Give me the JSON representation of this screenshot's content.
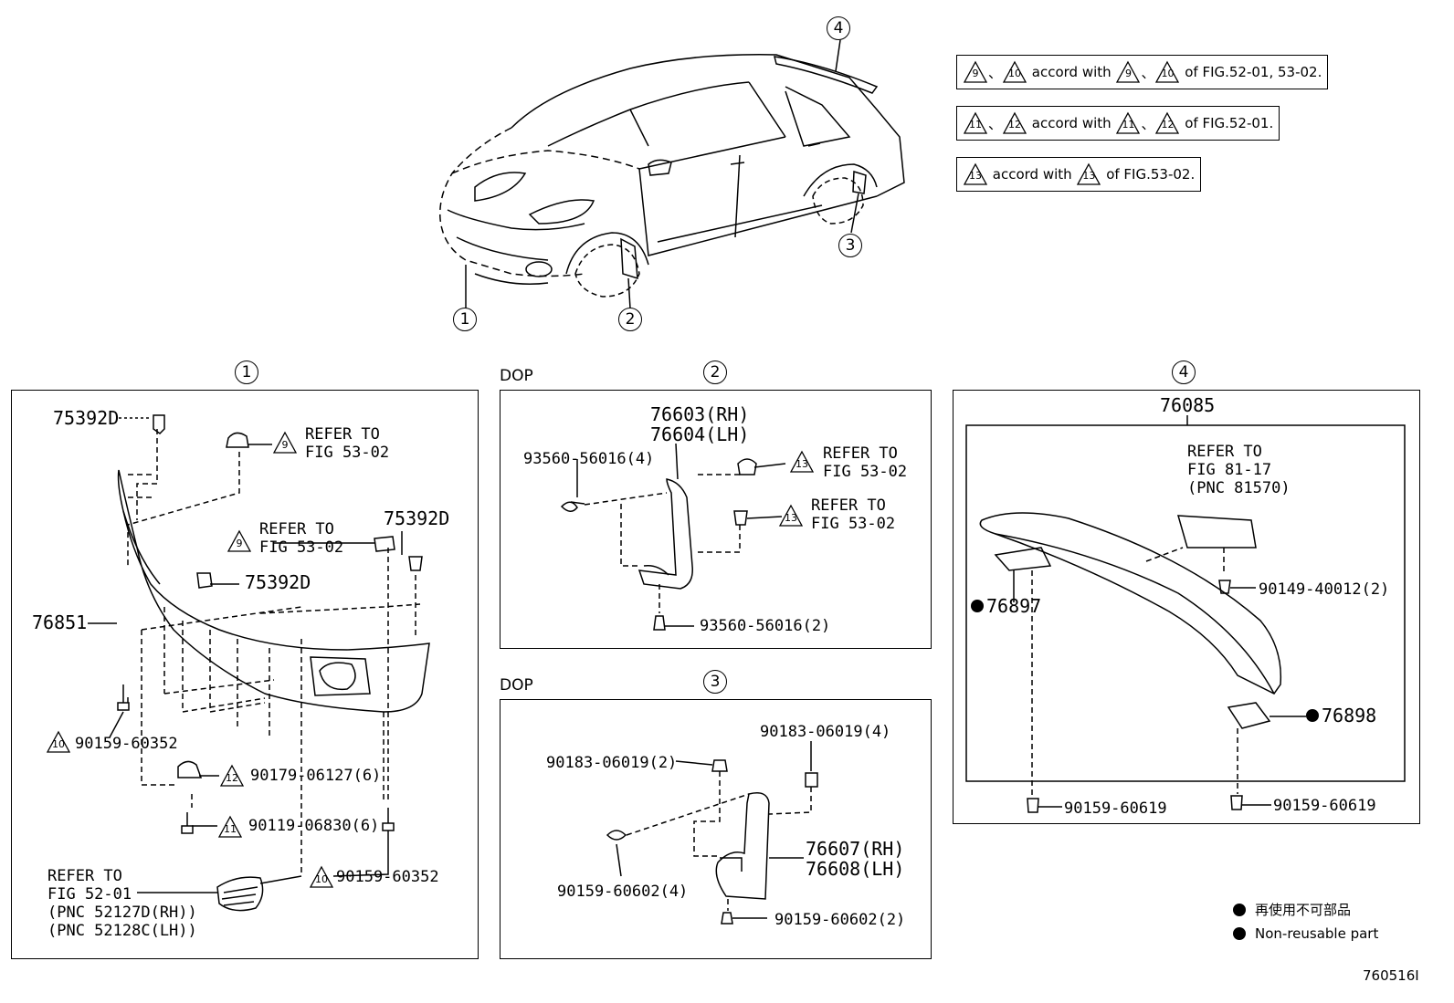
{
  "notes": {
    "n1": {
      "t1": "9",
      "sep1": "、",
      "t2": "10",
      "mid": " accord with ",
      "t3": "9",
      "sep2": "、",
      "t4": "10",
      "tail": " of FIG.52-01, 53-02."
    },
    "n2": {
      "t1": "11",
      "sep1": "、",
      "t2": "12",
      "mid": " accord with ",
      "t3": "11",
      "sep2": "、",
      "t4": "12",
      "tail": " of FIG.52-01."
    },
    "n3": {
      "t1": "13",
      "mid": " accord with ",
      "t2": "13",
      "tail": " of FIG.53-02."
    }
  },
  "overview": {
    "c1": "1",
    "c2": "2",
    "c3": "3",
    "c4": "4"
  },
  "panel1": {
    "circle": "1",
    "p_75392d_a": "75392D",
    "tri9a": "9",
    "refer_a": "REFER TO\nFIG 53-02",
    "tri9b": "9",
    "refer_b": "REFER TO\nFIG 53-02",
    "p_75392d_b": "75392D",
    "p_75392d_c": "75392D",
    "p_76851": "76851",
    "tri10a": "10",
    "p_90159_60352_a": "90159-60352",
    "tri12": "12",
    "p_90179": "90179-06127(6)",
    "tri11": "11",
    "p_90119": "90119-06830(6)",
    "tri10b": "10",
    "p_90159_60352_b": "90159-60352",
    "refer_c": "REFER TO\nFIG 52-01\n(PNC 52127D(RH))\n(PNC 52128C(LH))"
  },
  "panel2": {
    "dop": "DOP",
    "circle": "2",
    "p_76603": "76603(RH)\n76604(LH)",
    "p_93560_4": "93560-56016(4)",
    "tri13a": "13",
    "refer_a": "REFER TO\nFIG 53-02",
    "tri13b": "13",
    "refer_b": "REFER TO\nFIG 53-02",
    "p_93560_2": "93560-56016(2)"
  },
  "panel3": {
    "dop": "DOP",
    "circle": "3",
    "p_90183_4": "90183-06019(4)",
    "p_90183_2": "90183-06019(2)",
    "p_76607": "76607(RH)\n76608(LH)",
    "p_90159_60602_4": "90159-60602(4)",
    "p_90159_60602_2": "90159-60602(2)"
  },
  "panel4": {
    "circle": "4",
    "p_76085": "76085",
    "refer": "REFER TO\nFIG 81-17\n(PNC 81570)",
    "p_90149": "90149-40012(2)",
    "p_76897": "76897",
    "p_76898": "76898",
    "p_90159_60619_a": "90159-60619",
    "p_90159_60619_b": "90159-60619"
  },
  "legend": {
    "jp": "再使用不可部品",
    "en": "Non-reusable part"
  },
  "figure_id": "760516I"
}
